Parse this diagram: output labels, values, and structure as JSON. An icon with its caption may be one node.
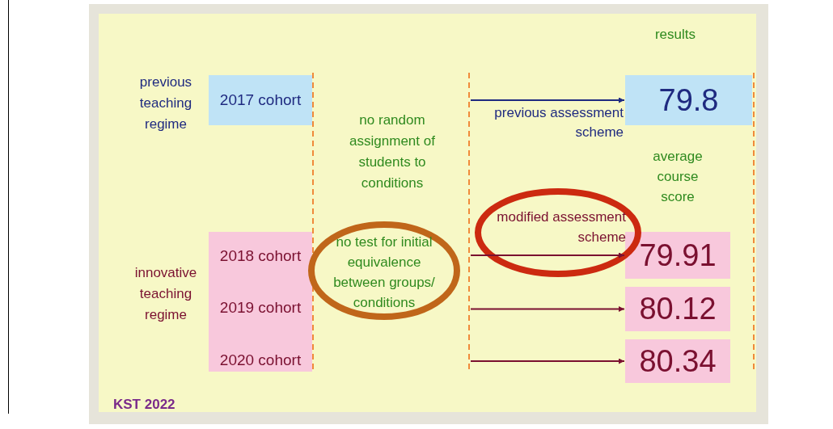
{
  "diagram": {
    "nodes": [
      {
        "text": [
          "2017 cohort"
        ]
      },
      {
        "text": [
          "2018 cohort",
          "2019 cohort",
          "2020 cohort"
        ]
      },
      {
        "text": [
          "79.8"
        ]
      },
      {
        "text": [
          "79.91"
        ]
      },
      {
        "text": [
          "80.12"
        ]
      },
      {
        "text": [
          "80.34"
        ]
      },
      {
        "text": [
          "no test for initial equivalence between groups/ conditions"
        ]
      },
      {
        "text": [
          "modified assessment scheme"
        ]
      }
    ],
    "edges": [
      {
        "from": null,
        "to": 2,
        "arrow": "to",
        "label": "previous assessment scheme",
        "color": "#1f2a80"
      },
      {
        "from": null,
        "to": 3,
        "arrow": "to"
      },
      {
        "from": null,
        "to": 4,
        "arrow": "to"
      },
      {
        "from": null,
        "to": 5,
        "arrow": "to"
      }
    ],
    "labels": [
      "results",
      "previous teaching regime",
      "no random assignment of students to conditions",
      "average course score",
      "innovative teaching regime",
      "KST 2022"
    ]
  }
}
